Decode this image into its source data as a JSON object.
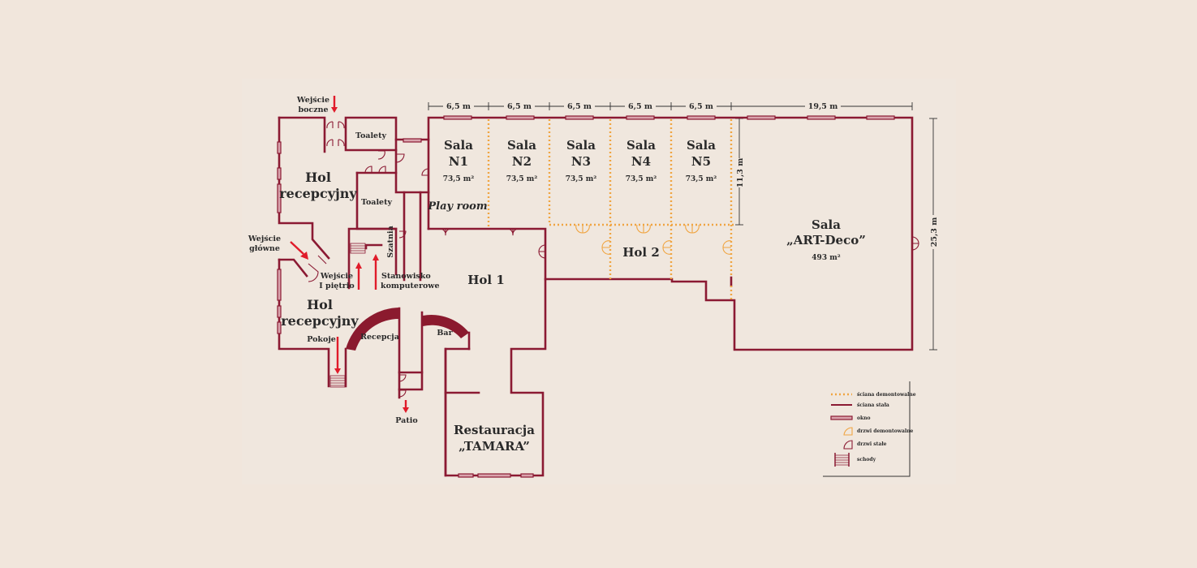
{
  "colors": {
    "background": "#f1e6dc",
    "wall": "#8b1a33",
    "demountable_wall": "#f0a542",
    "window": "#d9a3ac",
    "arrow": "#e01b2a",
    "text": "#2a2a2a"
  },
  "dimensions": {
    "top": [
      "6,5 m",
      "6,5 m",
      "6,5 m",
      "6,5 m",
      "6,5 m",
      "19,5 m"
    ],
    "vertical_small": "11,3 m",
    "vertical_large": "25,3 m"
  },
  "rooms": {
    "sala_n1": {
      "name": "Sala",
      "code": "N1",
      "area": "73,5 m²",
      "note": "Play room"
    },
    "sala_n2": {
      "name": "Sala",
      "code": "N2",
      "area": "73,5 m²"
    },
    "sala_n3": {
      "name": "Sala",
      "code": "N3",
      "area": "73,5 m²"
    },
    "sala_n4": {
      "name": "Sala",
      "code": "N4",
      "area": "73,5 m²"
    },
    "sala_n5": {
      "name": "Sala",
      "code": "N5",
      "area": "73,5 m²"
    },
    "art_deco": {
      "name": "Sala",
      "title": "„ART-Deco”",
      "area": "493 m²"
    },
    "hol_1": "Hol 1",
    "hol_2": "Hol 2",
    "hol_recepcyjny_top": [
      "Hol",
      "recepcyjny"
    ],
    "hol_recepcyjny_bottom": [
      "Hol",
      "recepcyjny"
    ],
    "toalety_1": "Toalety",
    "toalety_2": "Toalety",
    "szatnia": "Szatnia",
    "recepcja": "Recepcja",
    "bar": "Bar",
    "restauracja": [
      "Restauracja",
      "„TAMARA”"
    ]
  },
  "labels": {
    "wejscie_boczne": [
      "Wejście",
      "boczne"
    ],
    "wejscie_glowne": [
      "Wejście",
      "główne"
    ],
    "wejscie_pietro": [
      "Wejście",
      "I piętrio"
    ],
    "stanowisko": [
      "Stanowisko",
      "komputerowe"
    ],
    "pokoje": "Pokoje",
    "patio": "Patio"
  },
  "legend": [
    {
      "symbol": "demountable-wall",
      "label": "ściana demontowalne"
    },
    {
      "symbol": "fixed-wall",
      "label": "ściana stała"
    },
    {
      "symbol": "window",
      "label": "okno"
    },
    {
      "symbol": "demountable-door",
      "label": "drzwi demontowalne"
    },
    {
      "symbol": "fixed-door",
      "label": "drzwi stałe"
    },
    {
      "symbol": "stairs",
      "label": "schody"
    }
  ]
}
